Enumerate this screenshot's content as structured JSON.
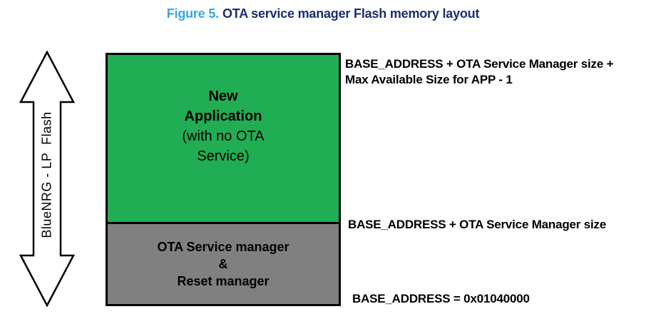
{
  "caption": {
    "prefix": "Figure 5.",
    "title": "OTA service manager Flash memory layout"
  },
  "axis": {
    "label": "BlueNRG - LP  Flash"
  },
  "regions": {
    "new_application": {
      "line1": "New",
      "line2": "Application",
      "line3": "(with no OTA",
      "line4": "Service)"
    },
    "ota_manager": {
      "line1": "OTA Service manager",
      "line2": "&",
      "line3": "Reset manager"
    }
  },
  "address_labels": {
    "top_line1": "BASE_ADDRESS + OTA Service Manager size +",
    "top_line2": "Max Available Size for APP - 1",
    "middle": "BASE_ADDRESS + OTA Service Manager size",
    "bottom": "BASE_ADDRESS = 0x01040000"
  },
  "colors": {
    "caption_prefix": "#36A9E1",
    "caption_title": "#1B2E6E",
    "new_application_fill": "#21AD53",
    "ota_manager_fill": "#808080",
    "outline": "#000000"
  }
}
